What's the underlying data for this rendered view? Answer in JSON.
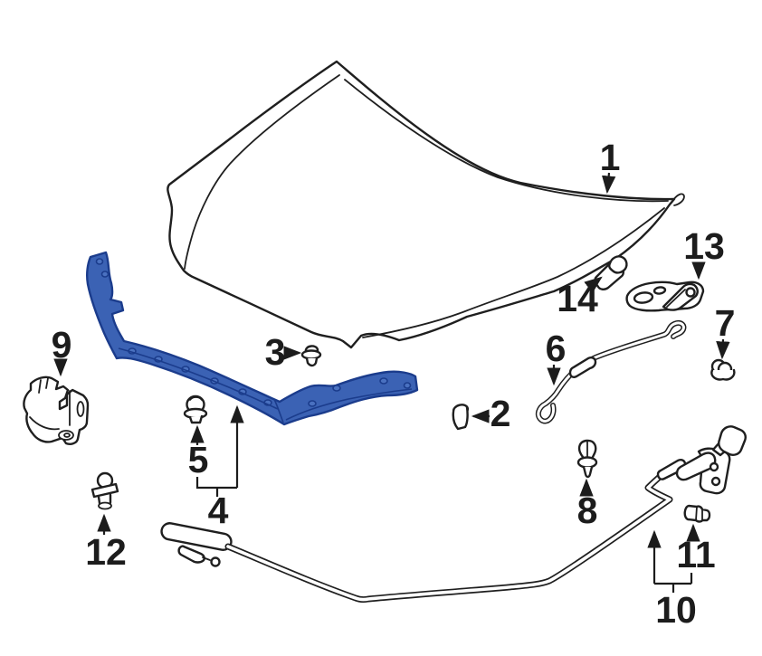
{
  "diagram": {
    "type": "exploded-parts-diagram",
    "subject": "hood-components",
    "background": "#ffffff",
    "line_color": "#1f1f1f",
    "highlight_color": "#3b62b4",
    "highlight_outline": "#1b3c8c",
    "highlight_hole_fill": "#4a71c0",
    "highlighted_callout": "4",
    "callouts": [
      {
        "label": "1"
      },
      {
        "label": "2"
      },
      {
        "label": "3"
      },
      {
        "label": "4"
      },
      {
        "label": "5"
      },
      {
        "label": "6"
      },
      {
        "label": "7"
      },
      {
        "label": "8"
      },
      {
        "label": "9"
      },
      {
        "label": "10"
      },
      {
        "label": "11"
      },
      {
        "label": "12"
      },
      {
        "label": "13"
      },
      {
        "label": "14"
      }
    ]
  }
}
